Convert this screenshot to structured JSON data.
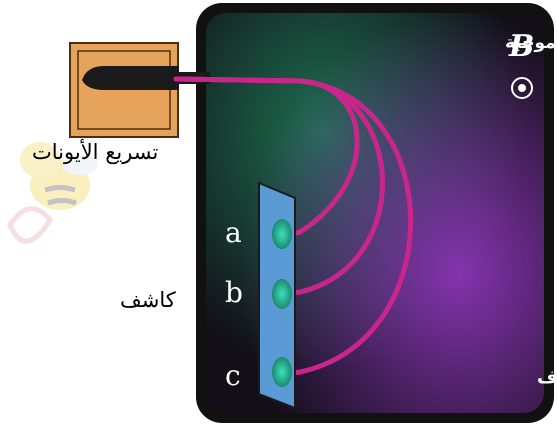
{
  "labels": {
    "ion_acceleration": "تسريع الأيونات",
    "positive_ion_beam": "حزمة أيونات موجبة",
    "magnetic_field_symbol": "B",
    "deflection_chamber": "حجرة الانحراف",
    "detector": "كاشف"
  },
  "detector_positions": [
    "a",
    "b",
    "c"
  ],
  "colors": {
    "chamber_frame": "#111111",
    "chamber_glow_green": "#1e7a55",
    "chamber_glow_purple": "#7a2ca0",
    "ion_path": "#c8268a",
    "detector_plate": "#5b9bd5",
    "detector_spot": "#2bc6a0",
    "source_box": "#e6a35c"
  },
  "icons": {
    "field_direction": "dot-in-circle-out-of-page",
    "watermark": "bee-mascot"
  }
}
